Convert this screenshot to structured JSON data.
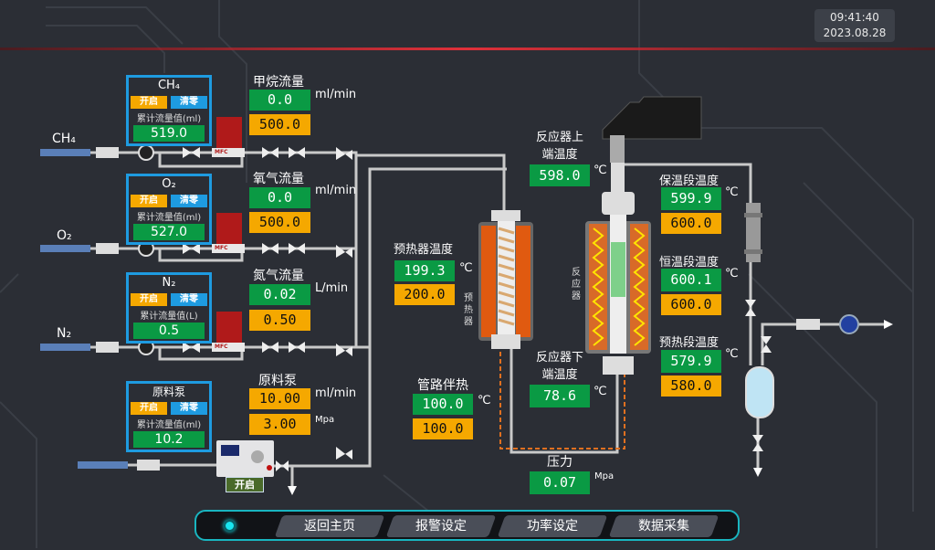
{
  "header": {
    "time": "09:41:40",
    "date": "2023.08.28"
  },
  "colors": {
    "accent": "#1e9be0",
    "value_green": "#0a9a44",
    "setpoint_orange": "#f5a800",
    "nav_border": "#19b5c0"
  },
  "gas_inputs": [
    {
      "label": "CH₄"
    },
    {
      "label": "O₂"
    },
    {
      "label": "N₂"
    }
  ],
  "panels": [
    {
      "title": "CH₄",
      "start": "开启",
      "reset": "清零",
      "acc_label": "累计流量值(ml)",
      "acc_value": "519.0"
    },
    {
      "title": "O₂",
      "start": "开启",
      "reset": "清零",
      "acc_label": "累计流量值(ml)",
      "acc_value": "527.0"
    },
    {
      "title": "N₂",
      "start": "开启",
      "reset": "清零",
      "acc_label": "累计流量值(L)",
      "acc_value": "0.5"
    },
    {
      "title": "原料泵",
      "start": "开启",
      "reset": "清零",
      "acc_label": "累计流量值(ml)",
      "acc_value": "10.2"
    }
  ],
  "flows": [
    {
      "title": "甲烷流量",
      "value": "0.0",
      "setpoint": "500.0",
      "unit": "ml/min"
    },
    {
      "title": "氧气流量",
      "value": "0.0",
      "setpoint": "500.0",
      "unit": "ml/min"
    },
    {
      "title": "氮气流量",
      "value": "0.02",
      "setpoint": "0.50",
      "unit": "L/min"
    },
    {
      "title": "原料泵",
      "flow_set": "10.00",
      "pressure_set": "3.00",
      "flow_unit": "ml/min",
      "pressure_unit": "Mpa"
    }
  ],
  "mfc_label": "MFC",
  "pump_button": "开启",
  "preheater": {
    "title": "预热器温度",
    "value": "199.3",
    "setpoint": "200.0",
    "unit": "℃",
    "vertical": "预热器"
  },
  "pipe_heat": {
    "title": "管路伴热",
    "value": "100.0",
    "setpoint": "100.0",
    "unit": "℃"
  },
  "reactor": {
    "vertical": "反应器",
    "top_title": "反应器上端温度",
    "top_value": "598.0",
    "bottom_title": "反应器下端温度",
    "bottom_value": "78.6",
    "unit": "℃"
  },
  "pressure": {
    "title": "压力",
    "value": "0.07",
    "unit": "Mpa"
  },
  "zones": [
    {
      "title": "保温段温度",
      "value": "599.9",
      "setpoint": "600.0",
      "unit": "℃"
    },
    {
      "title": "恒温段温度",
      "value": "600.1",
      "setpoint": "600.0",
      "unit": "℃"
    },
    {
      "title": "预热段温度",
      "value": "579.9",
      "setpoint": "580.0",
      "unit": "℃"
    }
  ],
  "nav": [
    {
      "label": "返回主页"
    },
    {
      "label": "报警设定"
    },
    {
      "label": "功率设定"
    },
    {
      "label": "数据采集"
    }
  ]
}
